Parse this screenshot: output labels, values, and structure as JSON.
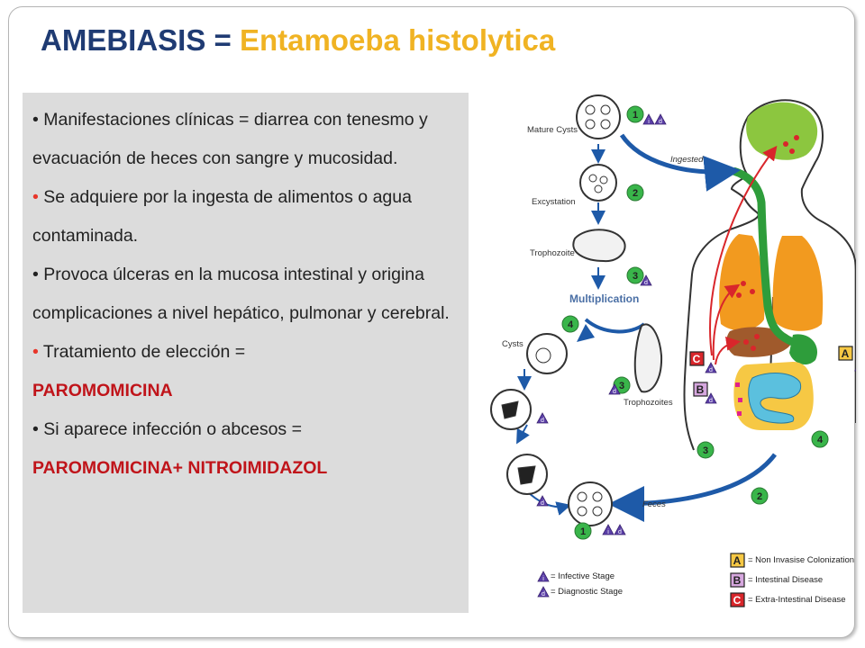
{
  "title": {
    "part1": "AMEBIASIS = ",
    "part2": "Entamoeba histolytica"
  },
  "bullets": [
    {
      "bullet": "•",
      "color": "#222222",
      "text": "Manifestaciones clínicas = diarrea con tenesmo y evacuación de heces con sangre y mucosidad."
    },
    {
      "bullet": "•",
      "color": "#e8362a",
      "text": "Se adquiere por la ingesta de alimentos o agua contaminada."
    },
    {
      "bullet": "•",
      "color": "#222222",
      "text": "Provoca úlceras en la mucosa intestinal y origina complicaciones a nivel hepático, pulmonar y cerebral."
    },
    {
      "bullet": "•",
      "color": "#e8362a",
      "text": "Tratamiento de elección =",
      "drug": "PAROMOMICINA"
    },
    {
      "bullet": "•",
      "color": "#222222",
      "text": "Si aparece infección o abcesos =",
      "drug": "PAROMOMICINA+ NITROIMIDAZOL"
    }
  ],
  "diagram": {
    "labels": {
      "mature_cysts": "Mature Cysts",
      "excystation": "Excystation",
      "trophozoite": "Trophozoite",
      "multiplication": "Multiplication",
      "cysts": "Cysts",
      "trophozoites": "Trophozoites",
      "ingested": "Ingested",
      "feces": "Feces"
    },
    "stage_marks": {
      "infective": "i",
      "diagnostic": "d"
    },
    "steps": [
      "1",
      "2",
      "3",
      "4"
    ],
    "legend": {
      "infective": "= Infective Stage",
      "diagnostic": "= Diagnostic Stage",
      "a": {
        "letter": "A",
        "text": "= Non Invasise Colonization"
      },
      "b": {
        "letter": "B",
        "text": "= Intestinal Disease"
      },
      "c": {
        "letter": "C",
        "text": "= Extra-Intestinal Disease"
      }
    },
    "colors": {
      "step_circle": "#39b54a",
      "arrow": "#1e5aa8",
      "infection_arrow": "#d9262b",
      "lungs": "#f29a1f",
      "brain": "#8cc63f",
      "liver": "#a05a2c",
      "intestine_large": "#f6c844",
      "intestine_small": "#5bc0de",
      "gut_tube": "#2e9d3b"
    }
  }
}
